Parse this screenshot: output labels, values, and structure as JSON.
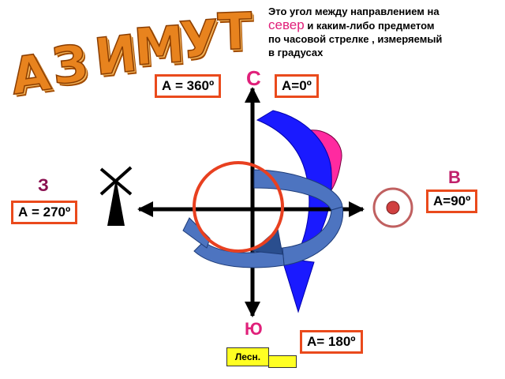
{
  "title_letters": [
    "А",
    "З",
    "И",
    "М",
    "У",
    "Т"
  ],
  "description": {
    "line1": "Это угол между  направлением  на",
    "highlight": "север",
    "line2_rest": " и каким-либо  предметом",
    "line3": "по часовой стрелке , измеряемый",
    "line4": "в градусах"
  },
  "compass": {
    "north": "С",
    "east": "В",
    "west": "З",
    "south": "Ю"
  },
  "azimuth_labels": {
    "a360": "А = 360º",
    "a0": "А=0º",
    "a90": "А=90º",
    "a270": "А = 270º",
    "a180": "А= 180º"
  },
  "footer_tag": "Лесн.",
  "colors": {
    "box_border": "#ea4a1c",
    "north": "#e0207a",
    "east": "#c0206a",
    "south": "#e0207a",
    "west": "#8a1050",
    "blue_arrow": "#1a1aff",
    "steel_arrow": "#4d74c0",
    "pink_arrow": "#ff2aa0",
    "circle": "#e84020"
  }
}
